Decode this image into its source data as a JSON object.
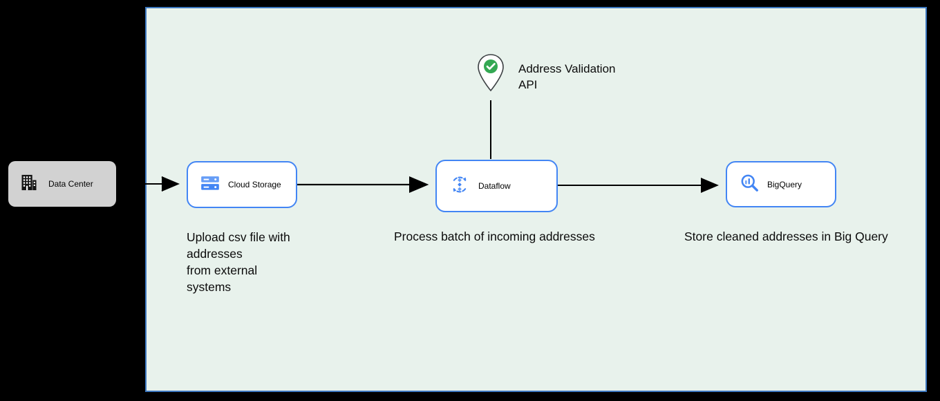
{
  "diagram": {
    "data_center": {
      "label": "Data Center"
    },
    "cloud_storage": {
      "label": "Cloud Storage",
      "caption": "Upload csv file with\naddresses\nfrom external\nsystems"
    },
    "dataflow": {
      "label": "Dataflow",
      "caption": "Process batch of incoming addresses"
    },
    "bigquery": {
      "label": "BigQuery",
      "caption": "Store cleaned addresses in Big Query"
    },
    "address_validation": {
      "label": "Address Validation\nAPI"
    }
  },
  "colors": {
    "page_bg": "#000000",
    "canvas_bg": "#e8f2ec",
    "canvas_border": "#3d78c0",
    "node_border": "#4285f4",
    "node_bg": "#ffffff",
    "datacenter_bg": "#d2d2d2",
    "check_green": "#34a853",
    "google_blue": "#4285f4",
    "google_blue_light": "#669df6",
    "connector": "#000000"
  }
}
